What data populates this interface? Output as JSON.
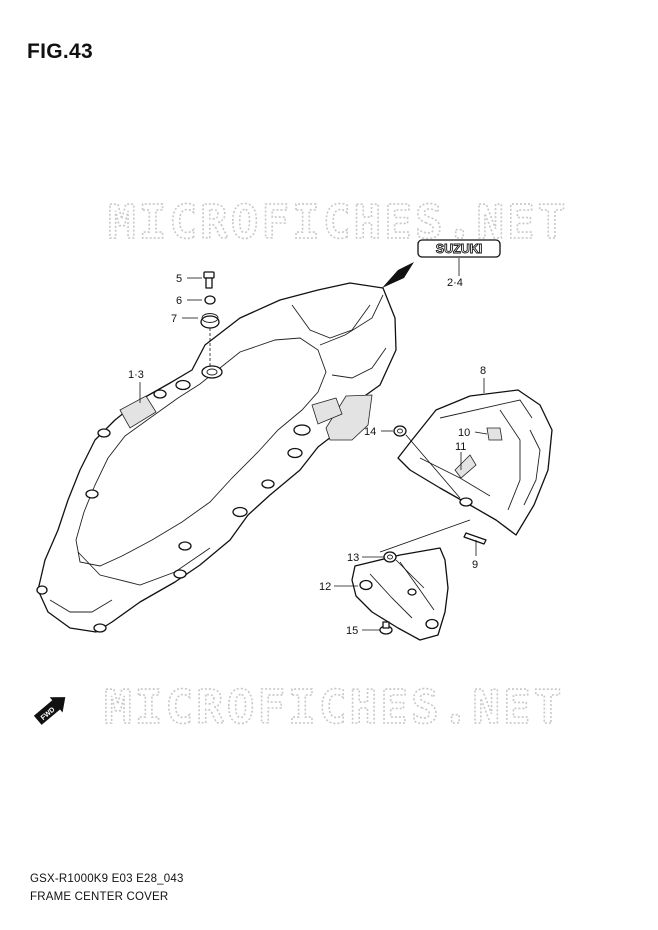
{
  "figure": {
    "title": "FIG.43"
  },
  "watermark": {
    "text": "MICROFICHES.NET"
  },
  "emblem_text": "SUZUKI",
  "fwd_label": "FWD",
  "callouts": {
    "c1": "5",
    "c2": "6",
    "c3": "7",
    "c4": "1·3",
    "c5": "2·4",
    "c6": "8",
    "c7": "14",
    "c8": "10",
    "c9": "11",
    "c10": "9",
    "c11": "13",
    "c12": "12",
    "c13": "15"
  },
  "footer": {
    "code": "GSX-R1000K9 E03 E28_043",
    "caption": "FRAME CENTER COVER"
  }
}
